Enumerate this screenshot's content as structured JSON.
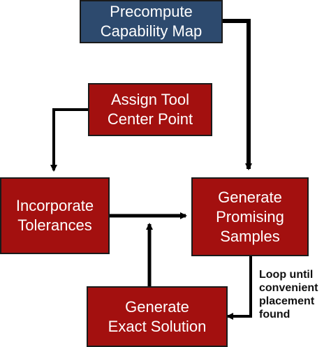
{
  "diagram": {
    "nodes": {
      "precompute": {
        "label": "Precompute\nCapability Map",
        "fill": "#2d4a6e"
      },
      "assign": {
        "label": "Assign Tool\nCenter Point",
        "fill": "#a3100f"
      },
      "incorporate": {
        "label": "Incorporate\nTolerances",
        "fill": "#a3100f"
      },
      "generate_samples": {
        "label": "Generate\nPromising\nSamples",
        "fill": "#a3100f"
      },
      "generate_exact": {
        "label": "Generate\nExact Solution",
        "fill": "#a3100f"
      }
    },
    "loop_note": "Loop until\nconvenient\nplacement\nfound",
    "edges": [
      {
        "from": "precompute",
        "to": "generate_samples"
      },
      {
        "from": "assign",
        "to": "incorporate"
      },
      {
        "from": "incorporate",
        "to": "generate_samples"
      },
      {
        "from": "generate_exact",
        "to": "generate_samples"
      },
      {
        "from": "generate_samples",
        "to": "generate_exact"
      }
    ]
  }
}
